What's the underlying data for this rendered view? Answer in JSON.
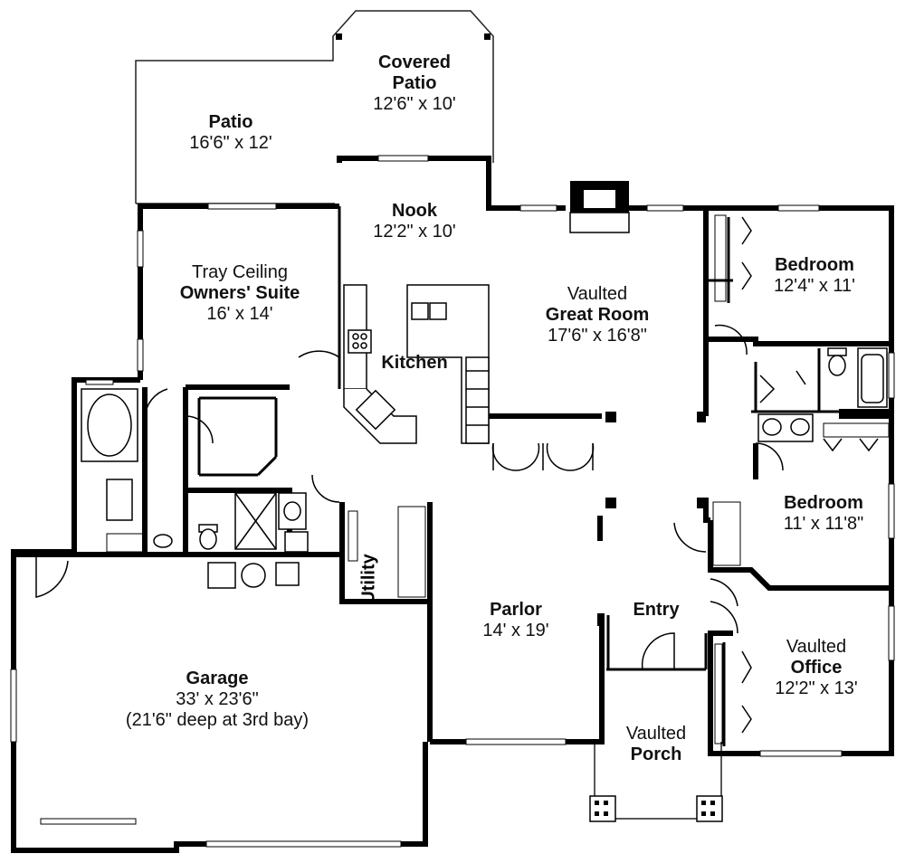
{
  "rooms": {
    "covered_patio": {
      "l1": "Covered",
      "l2": "Patio",
      "l3": "12'6\" x 10'"
    },
    "patio": {
      "l1": "Patio",
      "l2": "16'6\" x 12'"
    },
    "nook": {
      "l1": "Nook",
      "l2": "12'2\" x 10'"
    },
    "owners_suite": {
      "l1": "Tray Ceiling",
      "l2": "Owners' Suite",
      "l3": "16' x 14'"
    },
    "kitchen": {
      "l1": "Kitchen"
    },
    "great_room": {
      "l1": "Vaulted",
      "l2": "Great Room",
      "l3": "17'6\" x 16'8\""
    },
    "bedroom_1": {
      "l1": "Bedroom",
      "l2": "12'4\" x 11'"
    },
    "bedroom_2": {
      "l1": "Bedroom",
      "l2": "11' x 11'8\""
    },
    "utility": {
      "l1": "Utility"
    },
    "parlor": {
      "l1": "Parlor",
      "l2": "14' x 19'"
    },
    "entry": {
      "l1": "Entry"
    },
    "office": {
      "l1": "Vaulted",
      "l2": "Office",
      "l3": "12'2\" x 13'"
    },
    "garage": {
      "l1": "Garage",
      "l2": "33' x 23'6\"",
      "l3": "(21'6\" deep at 3rd bay)"
    },
    "porch": {
      "l1": "Vaulted",
      "l2": "Porch"
    }
  }
}
